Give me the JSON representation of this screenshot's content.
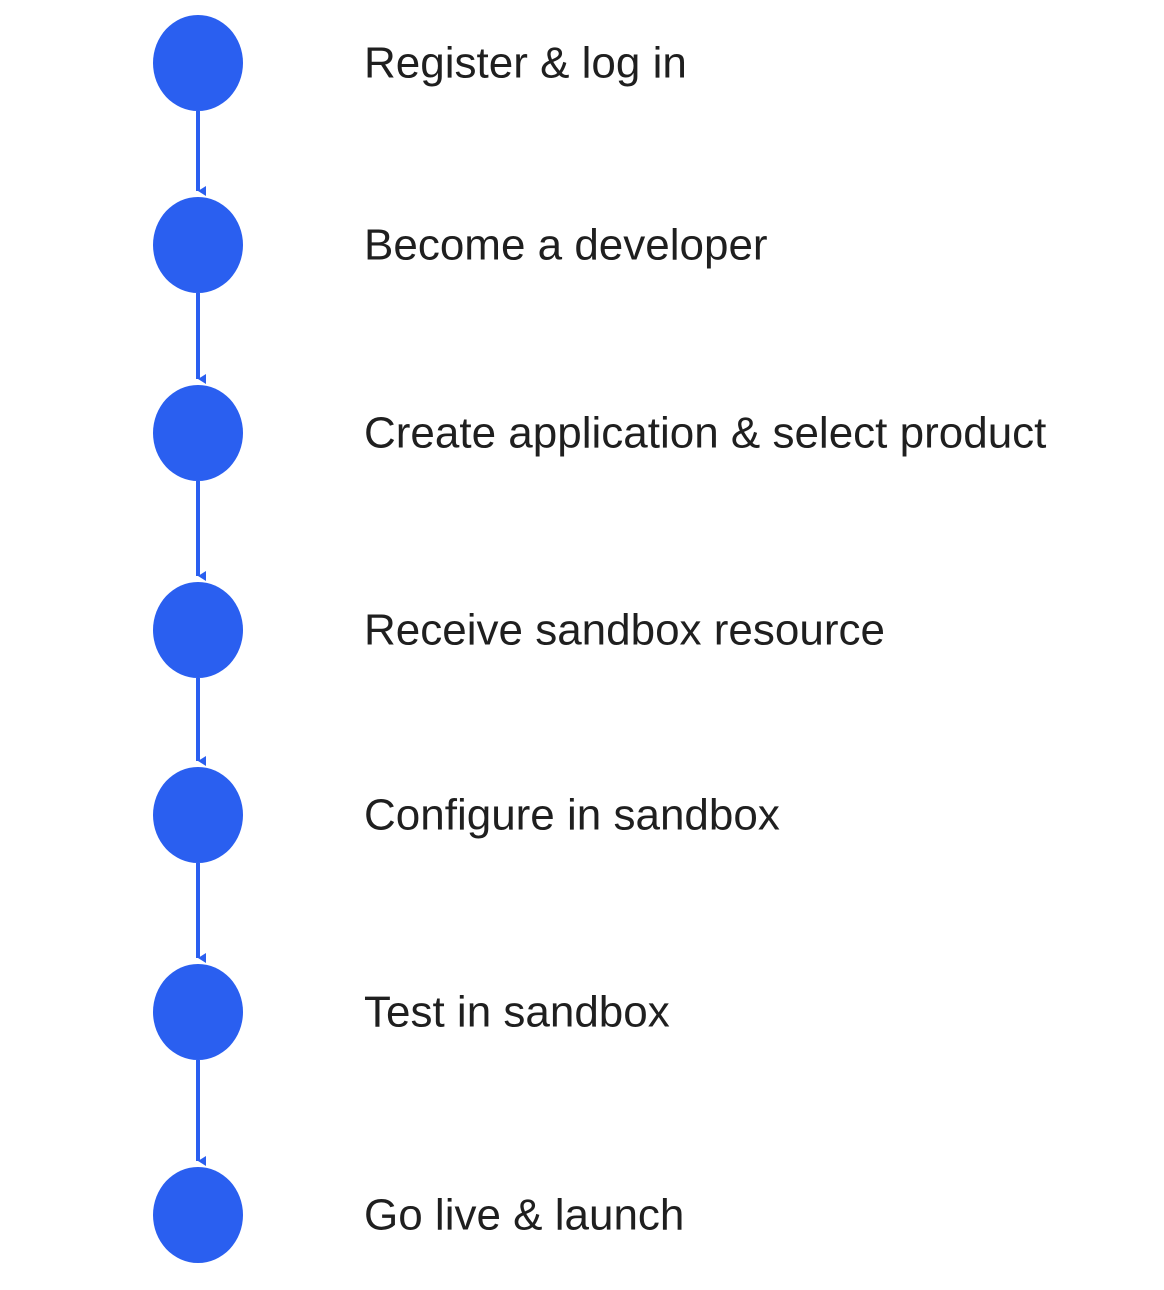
{
  "colors": {
    "node": "#2a5ff0",
    "connector": "#2a5ff0",
    "label": "#1f1f1f",
    "background": "#ffffff"
  },
  "steps": [
    {
      "label": "Register & log in"
    },
    {
      "label": "Become a developer"
    },
    {
      "label": "Create application & select product"
    },
    {
      "label": "Receive sandbox resource"
    },
    {
      "label": "Configure in sandbox"
    },
    {
      "label": "Test in sandbox"
    },
    {
      "label": "Go live & launch"
    }
  ]
}
